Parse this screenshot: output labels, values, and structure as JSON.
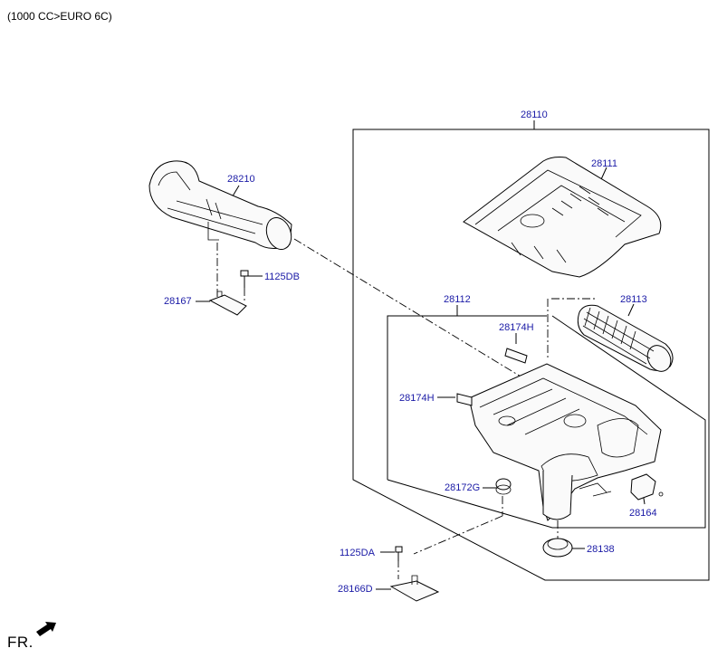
{
  "header": {
    "engine_spec": "(1000 CC>EURO 6C)"
  },
  "direction": {
    "label": "FR."
  },
  "parts": {
    "air_cleaner_assy": "28110",
    "cover": "28111",
    "body": "28112",
    "filter_element": "28113",
    "clip_upper": "28174H",
    "clip_left": "28174H",
    "grommet": "28172G",
    "sensor": "28164",
    "seal_ring": "28138",
    "bolt_lower": "1125DA",
    "bracket_lower": "28166D",
    "hose": "28210",
    "bolt_upper": "1125DB",
    "bracket_upper": "28167"
  }
}
